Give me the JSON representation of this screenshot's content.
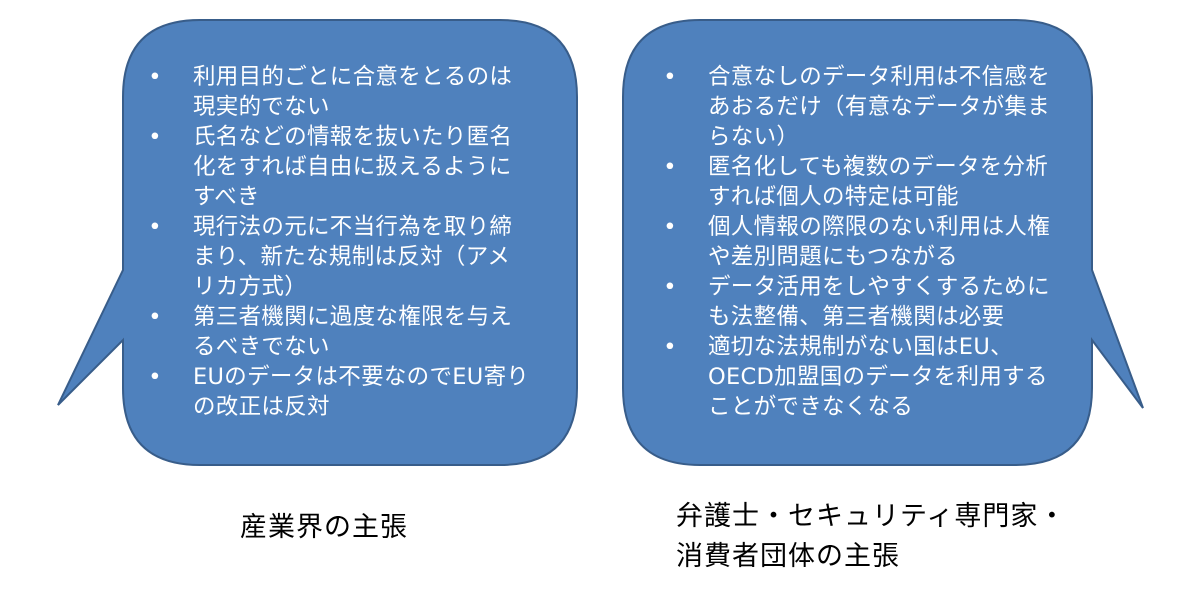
{
  "colors": {
    "bubble_fill": "#4f81bd",
    "bubble_stroke": "#385d8a",
    "text": "#ffffff",
    "caption": "#000000"
  },
  "left_bubble": {
    "items": [
      "利用目的ごとに合意をとるのは現実的でない",
      "氏名などの情報を抜いたり匿名化をすれば自由に扱えるようにすべき",
      "現行法の元に不当行為を取り締まり、新たな規制は反対（アメリカ方式）",
      "第三者機関に過度な権限を与えるべきでない",
      "EUのデータは不要なのでEU寄りの改正は反対"
    ],
    "caption": "産業界の主張"
  },
  "right_bubble": {
    "items": [
      "合意なしのデータ利用は不信感をあおるだけ（有意なデータが集まらない）",
      "匿名化しても複数のデータを分析すれば個人の特定は可能",
      "個人情報の際限のない利用は人権や差別問題にもつながる",
      "データ活用をしやすくするためにも法整備、第三者機関は必要",
      "適切な法規制がない国はEU、OECD加盟国のデータを利用することができなくなる"
    ],
    "caption_line1": "弁護士・セキュリティ専門家・",
    "caption_line2": "消費者団体の主張"
  }
}
